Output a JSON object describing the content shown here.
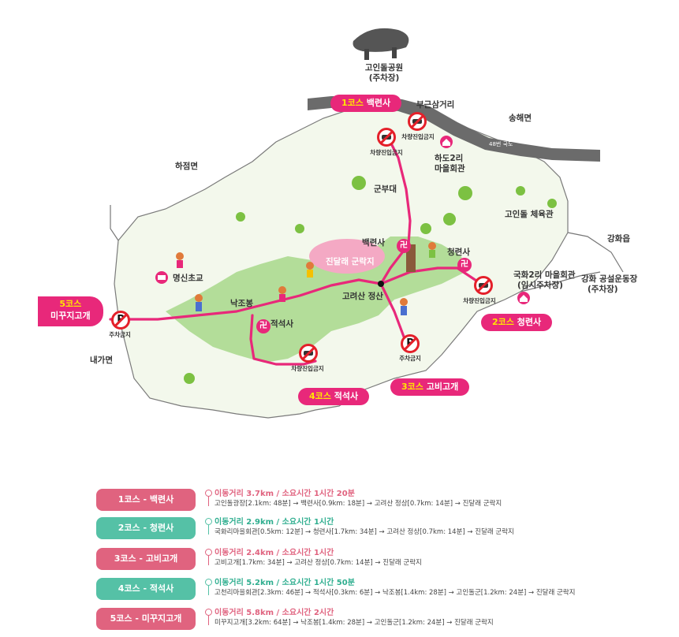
{
  "places": {
    "dolmen_park": "고인돌공원",
    "dolmen_park_sub": "(주차장)",
    "bugeun": "부근삼거리",
    "songhae": "송해면",
    "hajeom": "하점면",
    "hado": "하도2리",
    "hado_sub": "마을회관",
    "army": "군부대",
    "dolmen_gym": "고인돌 체육관",
    "ganghwa": "강화읍",
    "baengnyeon": "백련사",
    "azalea": "진달래 군락지",
    "cheongnyeon": "청련사",
    "gukhwa": "국화2리 마을회관",
    "gukhwa_sub": "(임시주차장)",
    "stadium": "강화 공설운동장",
    "stadium_sub": "(주차장)",
    "myeongsin": "명신초교",
    "nakjo": "낙조봉",
    "summit": "고려산 정산",
    "jeokseok": "적석사",
    "naega": "내가면",
    "road48": "48번 국도"
  },
  "signs": {
    "no_vehicle": "차량진입금지",
    "no_parking": "주차금지"
  },
  "course_tags": [
    {
      "num": "1코스",
      "name": "백련사"
    },
    {
      "num": "2코스",
      "name": "청련사"
    },
    {
      "num": "3코스",
      "name": "고비고개"
    },
    {
      "num": "4코스",
      "name": "적석사"
    },
    {
      "num": "5코스",
      "name": "미꾸지고개"
    }
  ],
  "legend": [
    {
      "label": "1코스 - 백련사",
      "summary": "이동거리 3.7km / 소요시간 1시간 20분",
      "route": "고인돌광장[2.1km: 48분] → 백련사[0.9km: 18분] → 고려산 정상[0.7km: 14분] → 진달래 군락지",
      "color": "#e0637f"
    },
    {
      "label": "2코스 - 청련사",
      "summary": "이동거리 2.9km / 소요시간 1시간",
      "route": "국화리마을회관[0.5km: 12분] → 청련사[1.7km: 34분] → 고려산 정상[0.7km: 14분] → 진달래 군락지",
      "color": "#55c1a6"
    },
    {
      "label": "3코스 - 고비고개",
      "summary": "이동거리 2.4km / 소요시간 1시간",
      "route": "고비고개[1.7km: 34분] → 고려산 정상[0.7km: 14분] → 진달래 군락지",
      "color": "#e0637f"
    },
    {
      "label": "4코스 - 적석사",
      "summary": "이동거리 5.2km / 소요시간 1시간 50분",
      "route": "고천리마을회관[2.3km: 46분] → 적석사[0.3km: 6분] → 낙조봉[1.4km: 28분] → 고인돌군[1.2km: 24분] → 진달래 군락지",
      "color": "#55c1a6"
    },
    {
      "label": "5코스 - 미꾸지고개",
      "summary": "이동거리 5.8km / 소요시간 2시간",
      "route": "미꾸지고개[3.2km: 64분] → 낙조봉[1.4km: 28분] → 고인돌군[1.2km: 24분] → 진달래 군락지",
      "color": "#e0637f"
    }
  ],
  "colors": {
    "route": "#e8287a",
    "land": "#eef6e4",
    "green": "#8fcf6a",
    "azalea": "#f4a9c4",
    "road": "#6b6b6b"
  }
}
